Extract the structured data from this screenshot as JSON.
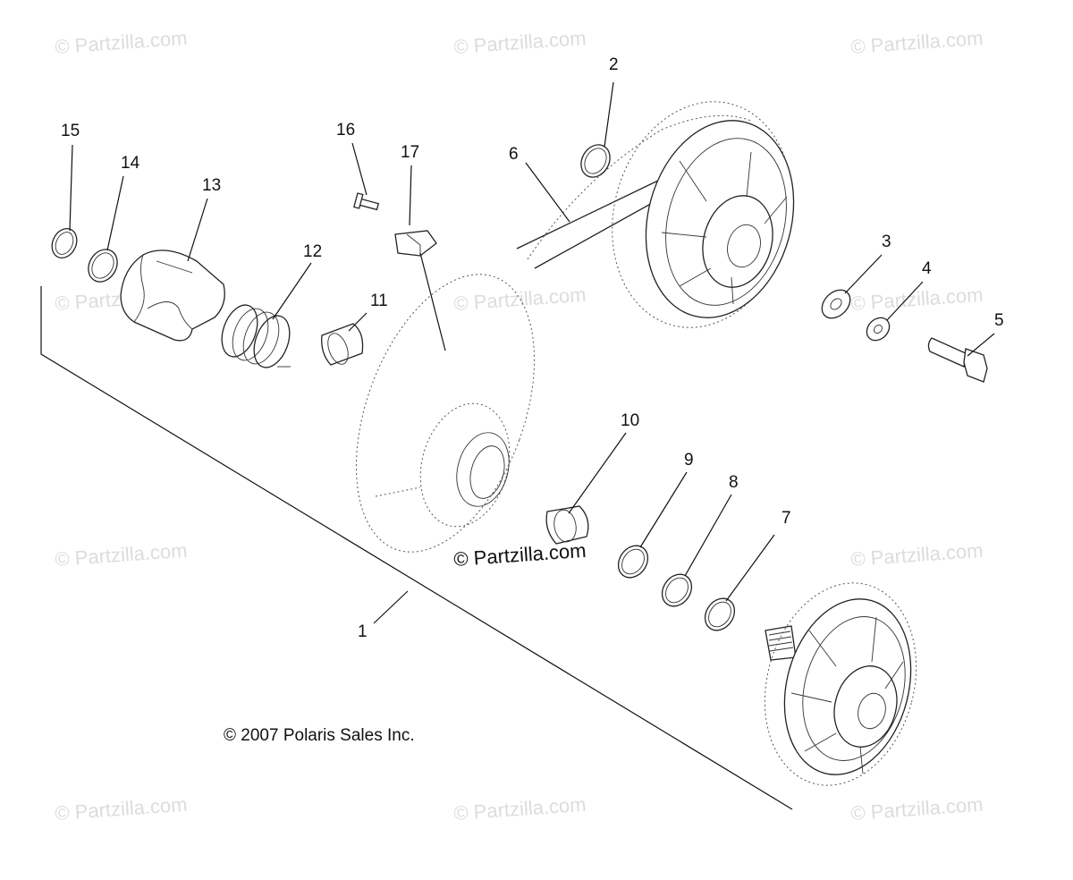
{
  "watermarks": [
    "© Partzilla.com",
    "© Partzilla.com",
    "© Partzilla.com",
    "© Partzilla.com",
    "© Partzilla.com",
    "© Partzilla.com",
    "© Partzilla.com",
    "© Partzilla.com",
    "© Partzilla.com",
    "© Partzilla.com",
    "© Partzilla.com",
    "© Partzilla.com"
  ],
  "center_watermark": "© Partzilla.com",
  "copyright": "© 2007 Polaris Sales Inc.",
  "callouts": [
    "1",
    "2",
    "3",
    "4",
    "5",
    "6",
    "7",
    "8",
    "9",
    "10",
    "11",
    "12",
    "13",
    "14",
    "15",
    "16",
    "17"
  ],
  "colors": {
    "line": "#222222",
    "watermark": "#dcdcdc",
    "background": "#ffffff"
  }
}
